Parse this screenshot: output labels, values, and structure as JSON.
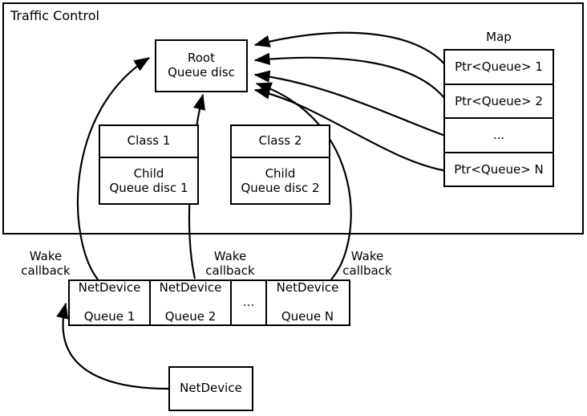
{
  "diagram": {
    "title": "Traffic Control",
    "containers": {
      "traffic_control_label": "Traffic Control"
    },
    "root_qdisc": {
      "line1": "Root",
      "line2": "Queue disc"
    },
    "classes": [
      {
        "header": "Class 1",
        "body_line1": "Child",
        "body_line2": "Queue disc 1"
      },
      {
        "header": "Class 2",
        "body_line1": "Child",
        "body_line2": "Queue disc 2"
      }
    ],
    "map": {
      "label": "Map",
      "rows": [
        "Ptr<Queue> 1",
        "Ptr<Queue> 2",
        "...",
        "Ptr<Queue> N"
      ]
    },
    "netdevice_queues": [
      {
        "line1": "NetDevice",
        "line2": "Queue 1"
      },
      {
        "line1": "NetDevice",
        "line2": "Queue 2"
      },
      {
        "line1": "...",
        "line2": ""
      },
      {
        "line1": "NetDevice",
        "line2": "Queue N"
      }
    ],
    "netdevice": {
      "label": "NetDevice"
    },
    "wake_callbacks": [
      {
        "line1": "Wake",
        "line2": "callback"
      },
      {
        "line1": "Wake",
        "line2": "callback"
      },
      {
        "line1": "Wake",
        "line2": "callback"
      }
    ],
    "colors": {
      "stroke": "#000000",
      "fill": "#ffffff",
      "text": "#000000"
    }
  }
}
